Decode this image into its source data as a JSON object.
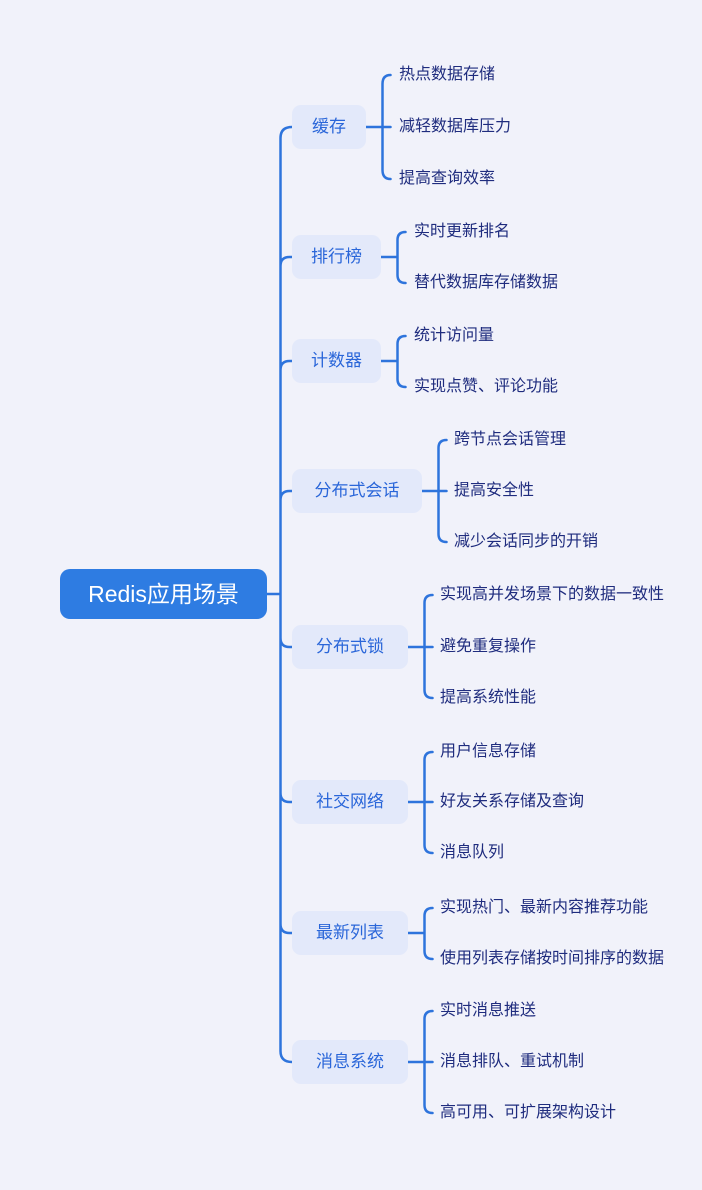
{
  "page": {
    "background_color": "#f1f2fa",
    "connector_color": "#2e74dc"
  },
  "mindmap": {
    "root": {
      "label": "Redis应用场景",
      "bg_color": "#2e7ce2",
      "text_color": "#ffffff"
    },
    "branch_style": {
      "bg_color": "#e3e9fa",
      "text_color": "#2a66d9"
    },
    "leaf_style": {
      "text_color": "#1f2c7e"
    },
    "branches": [
      {
        "label": "缓存",
        "children": [
          "热点数据存储",
          "减轻数据库压力",
          "提高查询效率"
        ]
      },
      {
        "label": "排行榜",
        "children": [
          "实时更新排名",
          "替代数据库存储数据"
        ]
      },
      {
        "label": "计数器",
        "children": [
          "统计访问量",
          "实现点赞、评论功能"
        ]
      },
      {
        "label": "分布式会话",
        "children": [
          "跨节点会话管理",
          "提高安全性",
          "减少会话同步的开销"
        ]
      },
      {
        "label": "分布式锁",
        "children": [
          "实现高并发场景下的数据一致性",
          "避免重复操作",
          "提高系统性能"
        ]
      },
      {
        "label": "社交网络",
        "children": [
          "用户信息存储",
          "好友关系存储及查询",
          "消息队列"
        ]
      },
      {
        "label": "最新列表",
        "children": [
          "实现热门、最新内容推荐功能",
          "使用列表存储按时间排序的数据"
        ]
      },
      {
        "label": "消息系统",
        "children": [
          "实时消息推送",
          "消息排队、重试机制",
          "高可用、可扩展架构设计"
        ]
      }
    ]
  }
}
